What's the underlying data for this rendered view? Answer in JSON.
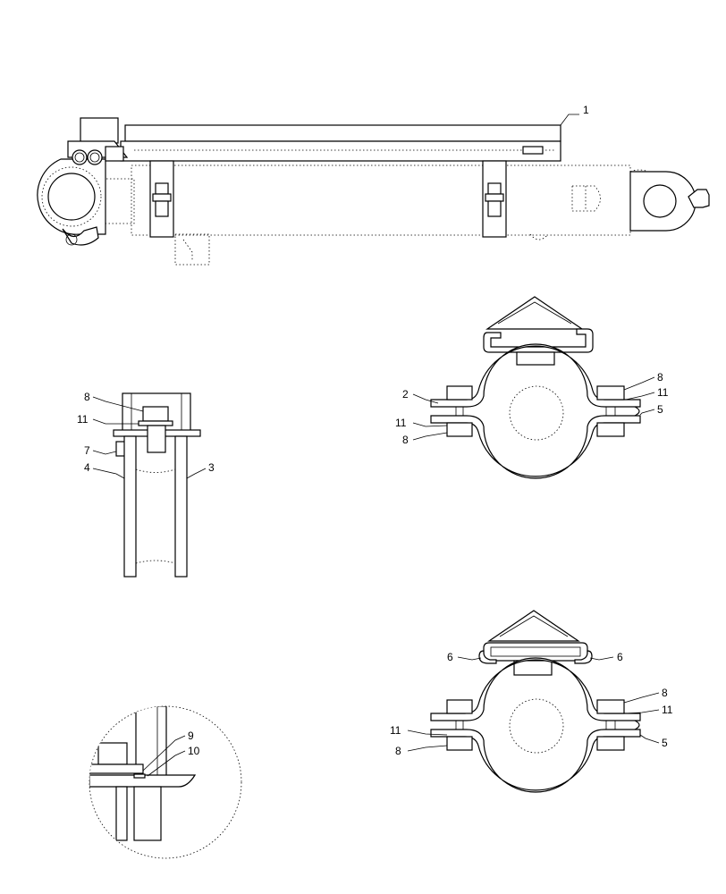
{
  "callouts": {
    "top": {
      "c1": "1"
    },
    "side": {
      "c8": "8",
      "c11": "11",
      "c7": "7",
      "c4": "4",
      "c3": "3"
    },
    "clamp_a": {
      "c2": "2",
      "c11_left": "11",
      "c8_left": "8",
      "c8_right": "8",
      "c11_right": "11",
      "c5": "5"
    },
    "clamp_b": {
      "c6_left": "6",
      "c6_right": "6",
      "c8_right": "8",
      "c11_right": "11",
      "c11_left": "11",
      "c8_left": "8",
      "c5": "5"
    },
    "detail": {
      "c9": "9",
      "c10": "10"
    }
  }
}
